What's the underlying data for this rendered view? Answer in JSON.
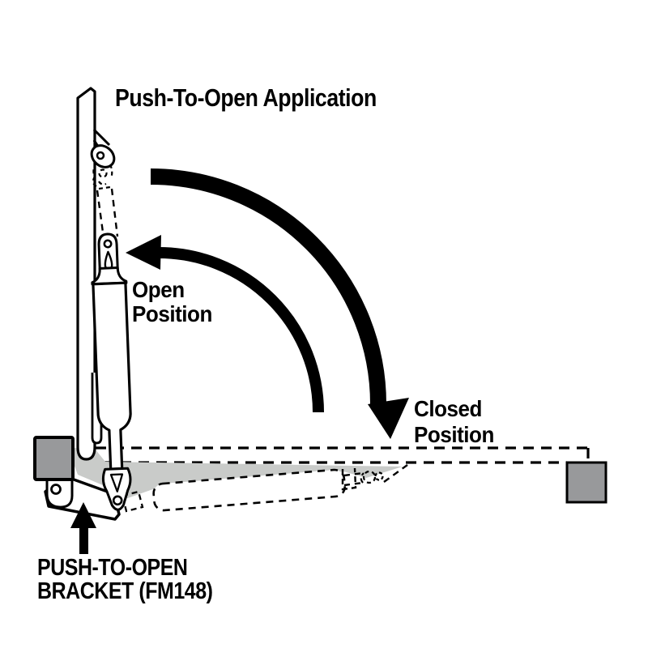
{
  "title": "Push-To-Open Application",
  "labels": {
    "open_position": [
      "Open",
      "Position"
    ],
    "closed_position": [
      "Closed",
      "Position"
    ],
    "bracket_label": [
      "PUSH-TO-OPEN",
      "BRACKET (FM148)"
    ]
  },
  "colors": {
    "ink": "#000000",
    "background": "#ffffff",
    "mount_block_gray": "#98999b",
    "panel_shade_gray": "#c9cbc9"
  },
  "icons": {
    "close-rotation-arrow": "thick quarter-arc with solid triangle head pointing down",
    "open-rotation-arrow": "thick quarter-arc with solid triangle head pointing left",
    "bracket-pointer-arrow": "solid upward-pointing arrow"
  }
}
